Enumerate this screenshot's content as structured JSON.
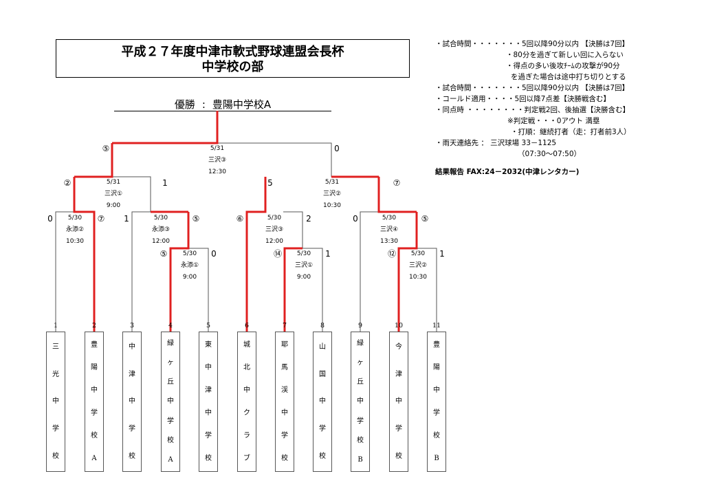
{
  "title": {
    "line1": "平成２７年度中津市軟式野球連盟会長杯",
    "line2": "中学校の部"
  },
  "champion": {
    "label": "優勝",
    "colon": ":",
    "team": "豊陽中学校A"
  },
  "notes": [
    "・試合時間・・・・・・・5回以降90分以内 【決勝は7回】",
    "・80分を過ぎて新しい回に入らない",
    "・得点の多い後攻ﾁｰﾑの攻撃が90分",
    "を過ぎた場合は途中打ち切りとする",
    "・試合時間・・・・・・・5回以降90分以内 【決勝は7回】",
    "・コールド適用・・・・5回以降7点差【決勝戦含む】",
    "・同点時 ・・・・・・・・判定戦2回、後抽選【決勝含む】",
    "※判定戦・・・0アウト 満塁",
    "・打順：継続打者（走：打者前3人）",
    "・雨天連絡先 ： 三沢球場 33－1125",
    "（07:30〜07:50）"
  ],
  "report": "結果報告 FAX:24－2032(中津レンタカー)",
  "teams": [
    {
      "num": "1",
      "chars": [
        "三",
        "光",
        "中",
        "学",
        "校"
      ]
    },
    {
      "num": "2",
      "chars": [
        "豊",
        "陽",
        "中",
        "学",
        "校",
        "A"
      ]
    },
    {
      "num": "3",
      "chars": [
        "中",
        "津",
        "中",
        "学",
        "校"
      ]
    },
    {
      "num": "4",
      "chars": [
        "緑",
        "ヶ",
        "丘",
        "中",
        "学",
        "校",
        "A"
      ]
    },
    {
      "num": "5",
      "chars": [
        "東",
        "中",
        "津",
        "中",
        "学",
        "校"
      ]
    },
    {
      "num": "6",
      "chars": [
        "城",
        "北",
        "中",
        "ク",
        "ラ",
        "ブ"
      ]
    },
    {
      "num": "7",
      "chars": [
        "耶",
        "馬",
        "渓",
        "中",
        "学",
        "校"
      ]
    },
    {
      "num": "8",
      "chars": [
        "山",
        "国",
        "中",
        "学",
        "校"
      ]
    },
    {
      "num": "9",
      "chars": [
        "緑",
        "ヶ",
        "丘",
        "中",
        "学",
        "校",
        "B"
      ]
    },
    {
      "num": "10",
      "chars": [
        "今",
        "津",
        "中",
        "学",
        "校"
      ]
    },
    {
      "num": "11",
      "chars": [
        "豊",
        "陽",
        "中",
        "学",
        "校",
        "B"
      ]
    }
  ],
  "matches": {
    "r1a": {
      "date": "5/30",
      "venue": "永添①",
      "time": "9:00",
      "score_left": "⑤",
      "score_right": "0"
    },
    "r1b": {
      "date": "5/30",
      "venue": "三沢①",
      "time": "9:00",
      "score_left": "⑭",
      "score_right": "1"
    },
    "r1c": {
      "date": "5/30",
      "venue": "三沢②",
      "time": "10:30",
      "score_left": "⑫",
      "score_right": "1"
    },
    "qf1": {
      "date": "5/30",
      "venue": "永添②",
      "time": "10:30",
      "score_left": "0",
      "score_right": "⑦"
    },
    "qf2": {
      "date": "5/30",
      "venue": "永添③",
      "time": "12:00",
      "score_left": "1",
      "score_right": "⑤"
    },
    "qf3": {
      "date": "5/30",
      "venue": "三沢③",
      "time": "12:00",
      "score_left": "⑥",
      "score_right": "2"
    },
    "qf4": {
      "date": "5/30",
      "venue": "三沢④",
      "time": "13:30",
      "score_left": "0",
      "score_right": "⑤"
    },
    "sf1": {
      "date": "5/31",
      "venue": "三沢①",
      "time": "9:00",
      "score_left": "②",
      "score_right": "1"
    },
    "sf2": {
      "date": "5/31",
      "venue": "三沢②",
      "time": "10:30",
      "score_left": "5",
      "score_right": "⑦"
    },
    "final": {
      "date": "5/31",
      "venue": "三沢③",
      "time": "12:30",
      "score_left": "⑤",
      "score_right": "0"
    }
  },
  "colors": {
    "winner": "#e02020",
    "loser": "#555555"
  }
}
